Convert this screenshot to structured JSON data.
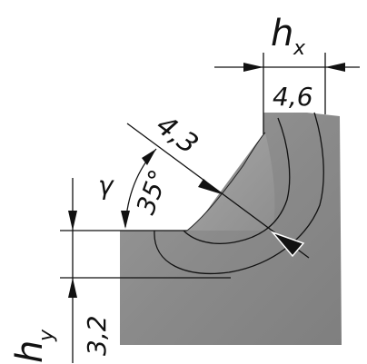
{
  "diagram": {
    "symbols": {
      "leg_horizontal": "h",
      "leg_horizontal_subscript": "x",
      "leg_vertical": "h",
      "leg_vertical_subscript": "y",
      "angle_symbol": "γ"
    },
    "values": {
      "leg_horizontal": "4,6",
      "throat": "4,3",
      "angle": "35°",
      "leg_vertical": "3,2"
    },
    "colors": {
      "metal": "#8c8c8c",
      "metal_light": "#a7a7a7",
      "weld": "#9e9e9e",
      "lines": "#111111",
      "background": "#ffffff"
    }
  }
}
